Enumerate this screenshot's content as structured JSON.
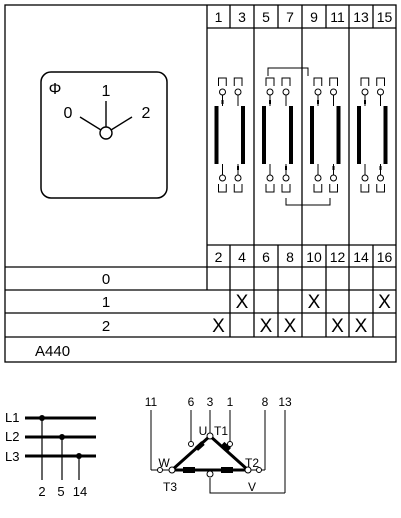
{
  "switch_symbol": {
    "phi": "Φ",
    "pos_0": "0",
    "pos_1": "1",
    "pos_2": "2"
  },
  "contacts_top": [
    "1",
    "3",
    "5",
    "7",
    "9",
    "11",
    "13",
    "15"
  ],
  "contacts_bottom": [
    "2",
    "4",
    "6",
    "8",
    "10",
    "12",
    "14",
    "16"
  ],
  "rows": [
    {
      "label": "0",
      "marks": []
    },
    {
      "label": "1",
      "marks": [
        "4",
        "10",
        "16"
      ]
    },
    {
      "label": "2",
      "marks": [
        "2",
        "6",
        "8",
        "12",
        "14"
      ]
    }
  ],
  "mark_symbol": "X",
  "model": "A440",
  "lines": [
    "L1",
    "L2",
    "L3"
  ],
  "line_terminals": [
    "2",
    "5",
    "14"
  ],
  "motor": {
    "top_terminals": [
      "11",
      "6",
      "3",
      "1",
      "8",
      "13"
    ],
    "labels": {
      "U": "U",
      "T1": "T1",
      "W": "W",
      "T2": "T2",
      "T3": "T3",
      "V": "V"
    }
  }
}
